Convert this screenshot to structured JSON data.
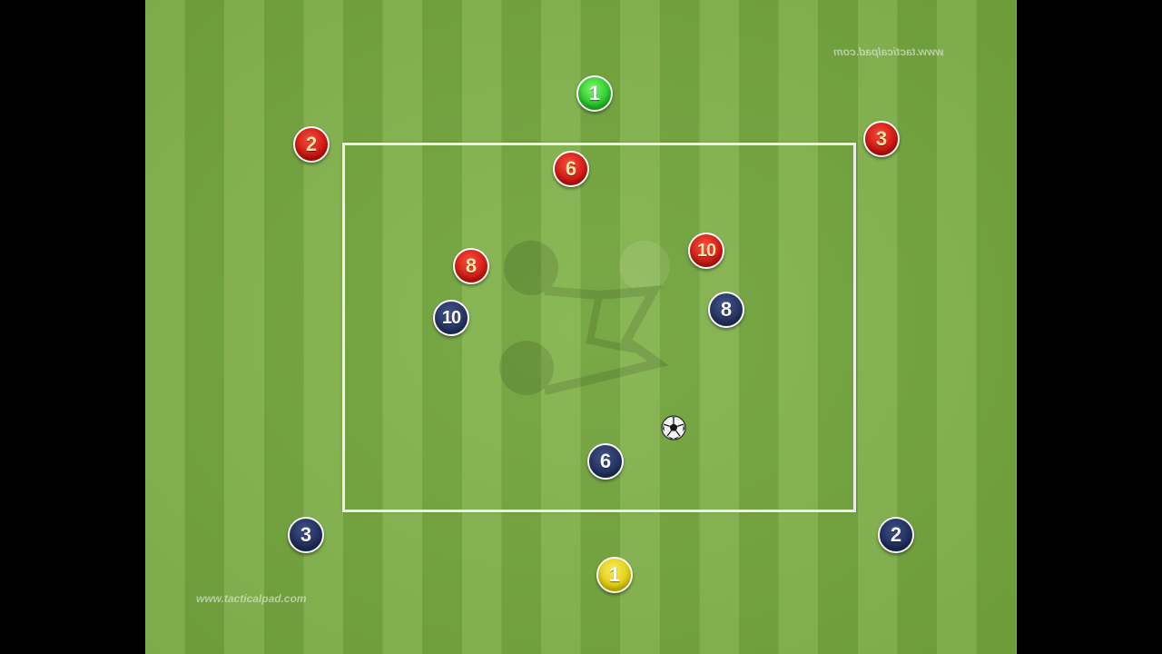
{
  "watermark": {
    "bottom_text": "www.tacticalpad.com",
    "top_text": "www.tacticalpad.com"
  },
  "colors": {
    "pitch_light": "#86b550",
    "pitch_dark": "#74a53f",
    "zone_line": "#f4f4f4",
    "team_red": "#e3140d",
    "team_blue": "#1f2d5f",
    "gk_green": "#27d22a",
    "gk_yellow": "#f3e116"
  },
  "players": {
    "red_gk": {
      "number": "1"
    },
    "red_2": {
      "number": "2"
    },
    "red_3": {
      "number": "3"
    },
    "red_6": {
      "number": "6"
    },
    "red_8": {
      "number": "8"
    },
    "red_10": {
      "number": "10"
    },
    "blue_10": {
      "number": "10"
    },
    "blue_8": {
      "number": "8"
    },
    "blue_6": {
      "number": "6"
    },
    "blue_3": {
      "number": "3"
    },
    "blue_2": {
      "number": "2"
    },
    "blue_gk": {
      "number": "1"
    }
  },
  "icons": {
    "ball": "soccer-ball-icon",
    "logo": "tacticalpad-logo-watermark"
  }
}
